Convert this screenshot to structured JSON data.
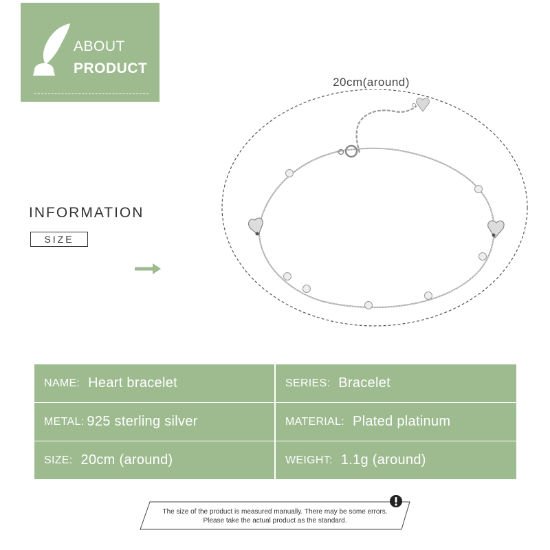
{
  "about": {
    "line1": "ABOUT",
    "line2": "PRODUCT"
  },
  "info": {
    "heading": "INFORMATION",
    "size_label": "SIZE"
  },
  "diagram": {
    "size_callout": "20cm(around)"
  },
  "specs": [
    {
      "label": "NAME:",
      "value": "Heart bracelet"
    },
    {
      "label": "SERIES:",
      "value": "Bracelet"
    },
    {
      "label": "METAL:",
      "value": "925 sterling silver"
    },
    {
      "label": "MATERIAL:",
      "value": "Plated platinum"
    },
    {
      "label": "SIZE:",
      "value": "20cm (around)"
    },
    {
      "label": "WEIGHT:",
      "value": "1.1g (around)"
    }
  ],
  "note": {
    "line1": "The size of the product is measured manually. There may be some errors.",
    "line2": "Please take the actual product as the standard."
  },
  "colors": {
    "accent": "#9dbb8f",
    "text": "#333333"
  },
  "icons": [
    "feather-quill-icon",
    "arrow-right-icon",
    "alert-icon"
  ]
}
